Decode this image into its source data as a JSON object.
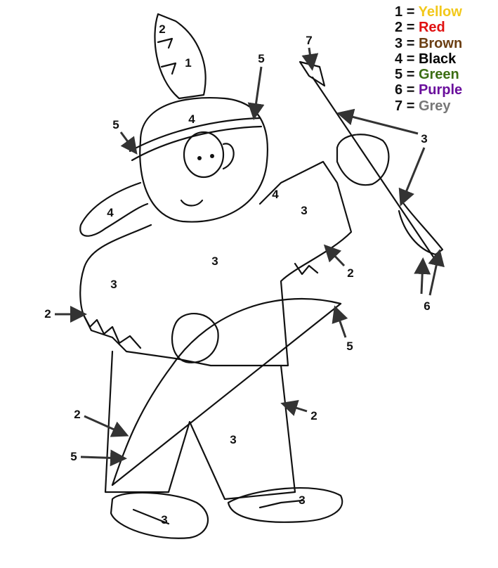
{
  "legend": [
    {
      "number": "1",
      "color_name": "Yellow",
      "color": "#f2c81a"
    },
    {
      "number": "2",
      "color_name": "Red",
      "color": "#e01010"
    },
    {
      "number": "3",
      "color_name": "Brown",
      "color": "#6b3e12"
    },
    {
      "number": "4",
      "color_name": "Black",
      "color": "#000000"
    },
    {
      "number": "5",
      "color_name": "Green",
      "color": "#3c6e14"
    },
    {
      "number": "6",
      "color_name": "Purple",
      "color": "#6a0f9c"
    },
    {
      "number": "7",
      "color_name": "Grey",
      "color": "#777777"
    }
  ],
  "equals": "=",
  "region_labels": [
    "2",
    "1",
    "5",
    "7",
    "4",
    "5",
    "3",
    "4",
    "4",
    "3",
    "3",
    "3",
    "2",
    "6",
    "2",
    "5",
    "2",
    "2",
    "3",
    "5",
    "3",
    "3"
  ]
}
